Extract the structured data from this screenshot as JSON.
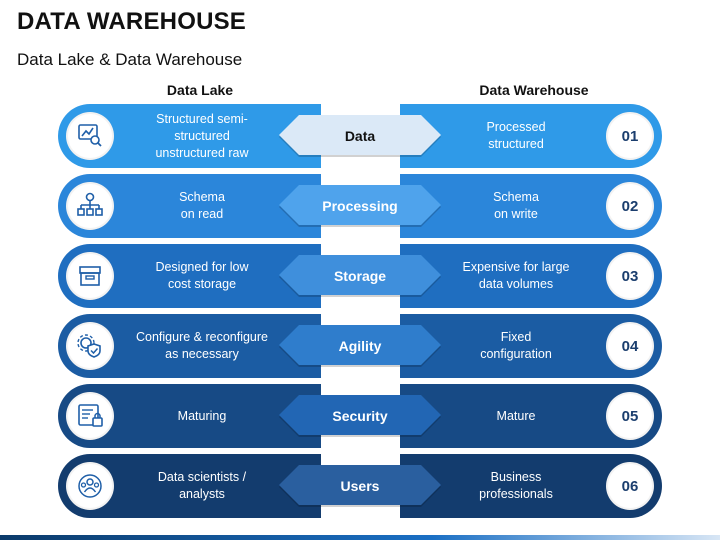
{
  "title": "DATA WAREHOUSE",
  "subtitle": "Data Lake & Data Warehouse",
  "columns": {
    "left": "Data Lake",
    "right": "Data Warehouse"
  },
  "rows": [
    {
      "left": "Structured semi-\nstructured\nunstructured raw",
      "center": "Data",
      "right": "Processed\nstructured",
      "num": "01",
      "icon": "chart-magnifier-icon",
      "color": "#2f9ae8",
      "center_color": "#dbe9f7",
      "center_text": "dark"
    },
    {
      "left": "Schema\non read",
      "center": "Processing",
      "right": "Schema\non write",
      "num": "02",
      "icon": "network-hierarchy-icon",
      "color": "#2b86da",
      "center_color": "#4fa3ec",
      "center_text": "light"
    },
    {
      "left": "Designed for low\ncost storage",
      "center": "Storage",
      "right": "Expensive for large\ndata volumes",
      "num": "03",
      "icon": "storage-box-icon",
      "color": "#1f6ec0",
      "center_color": "#3f8fdc",
      "center_text": "light"
    },
    {
      "left": "Configure & reconfigure\nas necessary",
      "center": "Agility",
      "right": "Fixed\nconfiguration",
      "num": "04",
      "icon": "gear-shield-icon",
      "color": "#1b5ca3",
      "center_color": "#2f7dcc",
      "center_text": "light"
    },
    {
      "left": "Maturing",
      "center": "Security",
      "right": "Mature",
      "num": "05",
      "icon": "secure-document-icon",
      "color": "#174a85",
      "center_color": "#2266b4",
      "center_text": "light"
    },
    {
      "left": "Data scientists /\nanalysts",
      "center": "Users",
      "right": "Business\nprofessionals",
      "num": "06",
      "icon": "user-group-icon",
      "color": "#133c6e",
      "center_color": "#2a5f9f",
      "center_text": "light"
    }
  ]
}
